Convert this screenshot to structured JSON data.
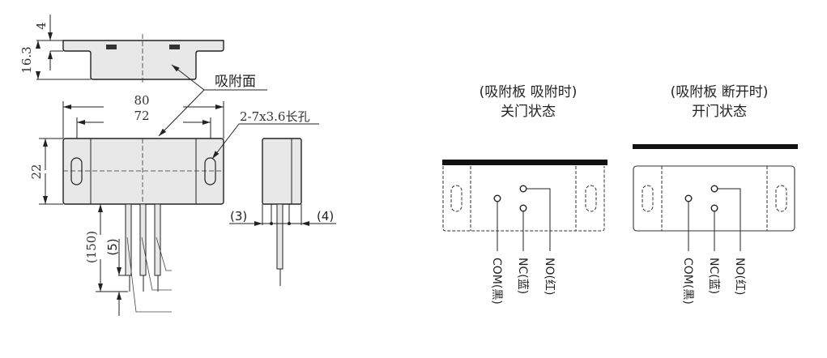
{
  "dimensions": {
    "thickness_top": "4",
    "height_total": "16.3",
    "length_overall": "80",
    "hole_spacing": "72",
    "width": "22",
    "lead_length": "(150)",
    "strip_length": "(5)",
    "side_left": "(3)",
    "side_right": "(4)"
  },
  "callouts": {
    "adsorption_surface": "吸附面",
    "slot_holes": "2-7x3.6长孔"
  },
  "states": [
    {
      "title": "(吸附板 吸附时)",
      "subtitle": "关门状态",
      "labels": [
        "COM(黑)",
        "NC(蓝)",
        "NO(红)"
      ]
    },
    {
      "title": "(吸附板 断开时)",
      "subtitle": "开门状态",
      "labels": [
        "COM(黑)",
        "NC(蓝)",
        "NO(红)"
      ]
    }
  ]
}
